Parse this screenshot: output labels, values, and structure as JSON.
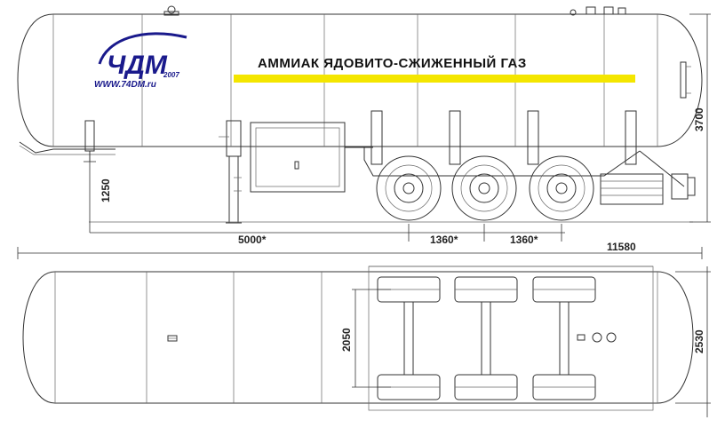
{
  "logo": {
    "brand": "ЧДМ",
    "year": "2007",
    "website": "WWW.74DM.ru"
  },
  "cargo_label": "АММИАК  ЯДОВИТО-СЖИЖЕННЫЙ  ГАЗ",
  "dimensions": {
    "overall_length": "11580",
    "tank_height": "3700",
    "coupling_height": "1250",
    "kingpin_to_axle": "5000*",
    "axle_spacing_1": "1360*",
    "axle_spacing_2": "1360*",
    "track_width": "2050",
    "overall_width": "2530"
  },
  "colors": {
    "stripe": "#f4e600",
    "logo_blue": "#1a1a8c",
    "line": "#333333"
  }
}
